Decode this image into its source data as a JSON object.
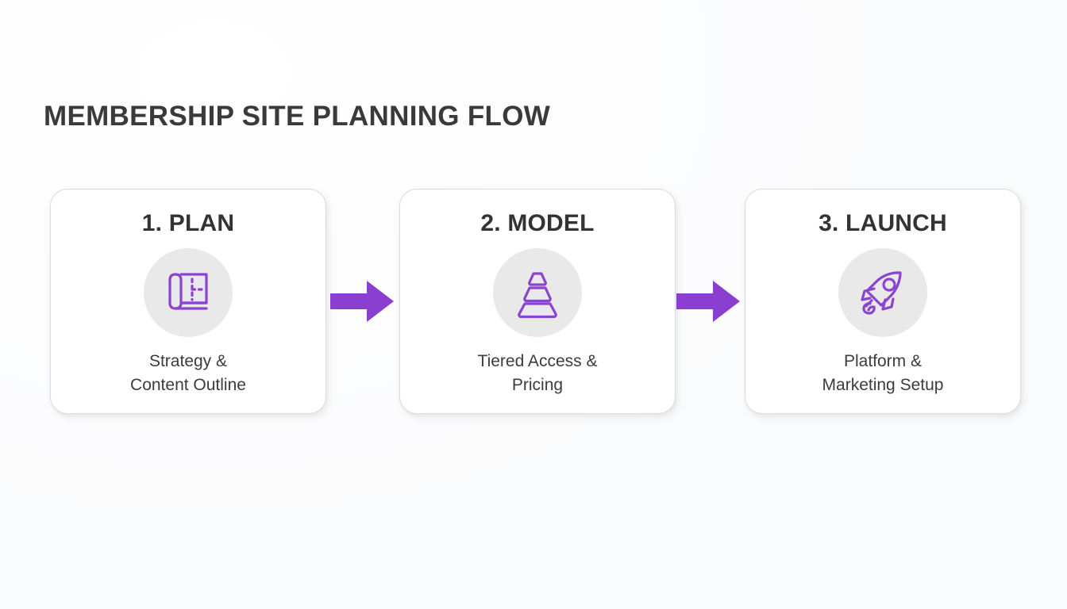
{
  "page": {
    "title": "MEMBERSHIP SITE PLANNING FLOW",
    "background_color": "#fdfeff",
    "accent_color": "#8b3fd0",
    "icon_stroke_color": "#8b44cf",
    "icon_circle_color": "#e9e9ea",
    "title_color": "#3a3a3c",
    "card_background": "#ffffff",
    "card_border_color": "#dcdcdf"
  },
  "flow": {
    "steps": [
      {
        "title": "1. PLAN",
        "description": "Strategy &\nContent Outline",
        "icon": "blueprint-icon"
      },
      {
        "title": "2. MODEL",
        "description": "Tiered Access &\nPricing",
        "icon": "pyramid-tiers-icon"
      },
      {
        "title": "3. LAUNCH",
        "description": "Platform &\nMarketing Setup",
        "icon": "rocket-icon"
      }
    ],
    "connectors": [
      {
        "icon": "arrow-right-icon",
        "from": "1. PLAN",
        "to": "2. MODEL"
      },
      {
        "icon": "arrow-right-icon",
        "from": "2. MODEL",
        "to": "3. LAUNCH"
      }
    ]
  }
}
